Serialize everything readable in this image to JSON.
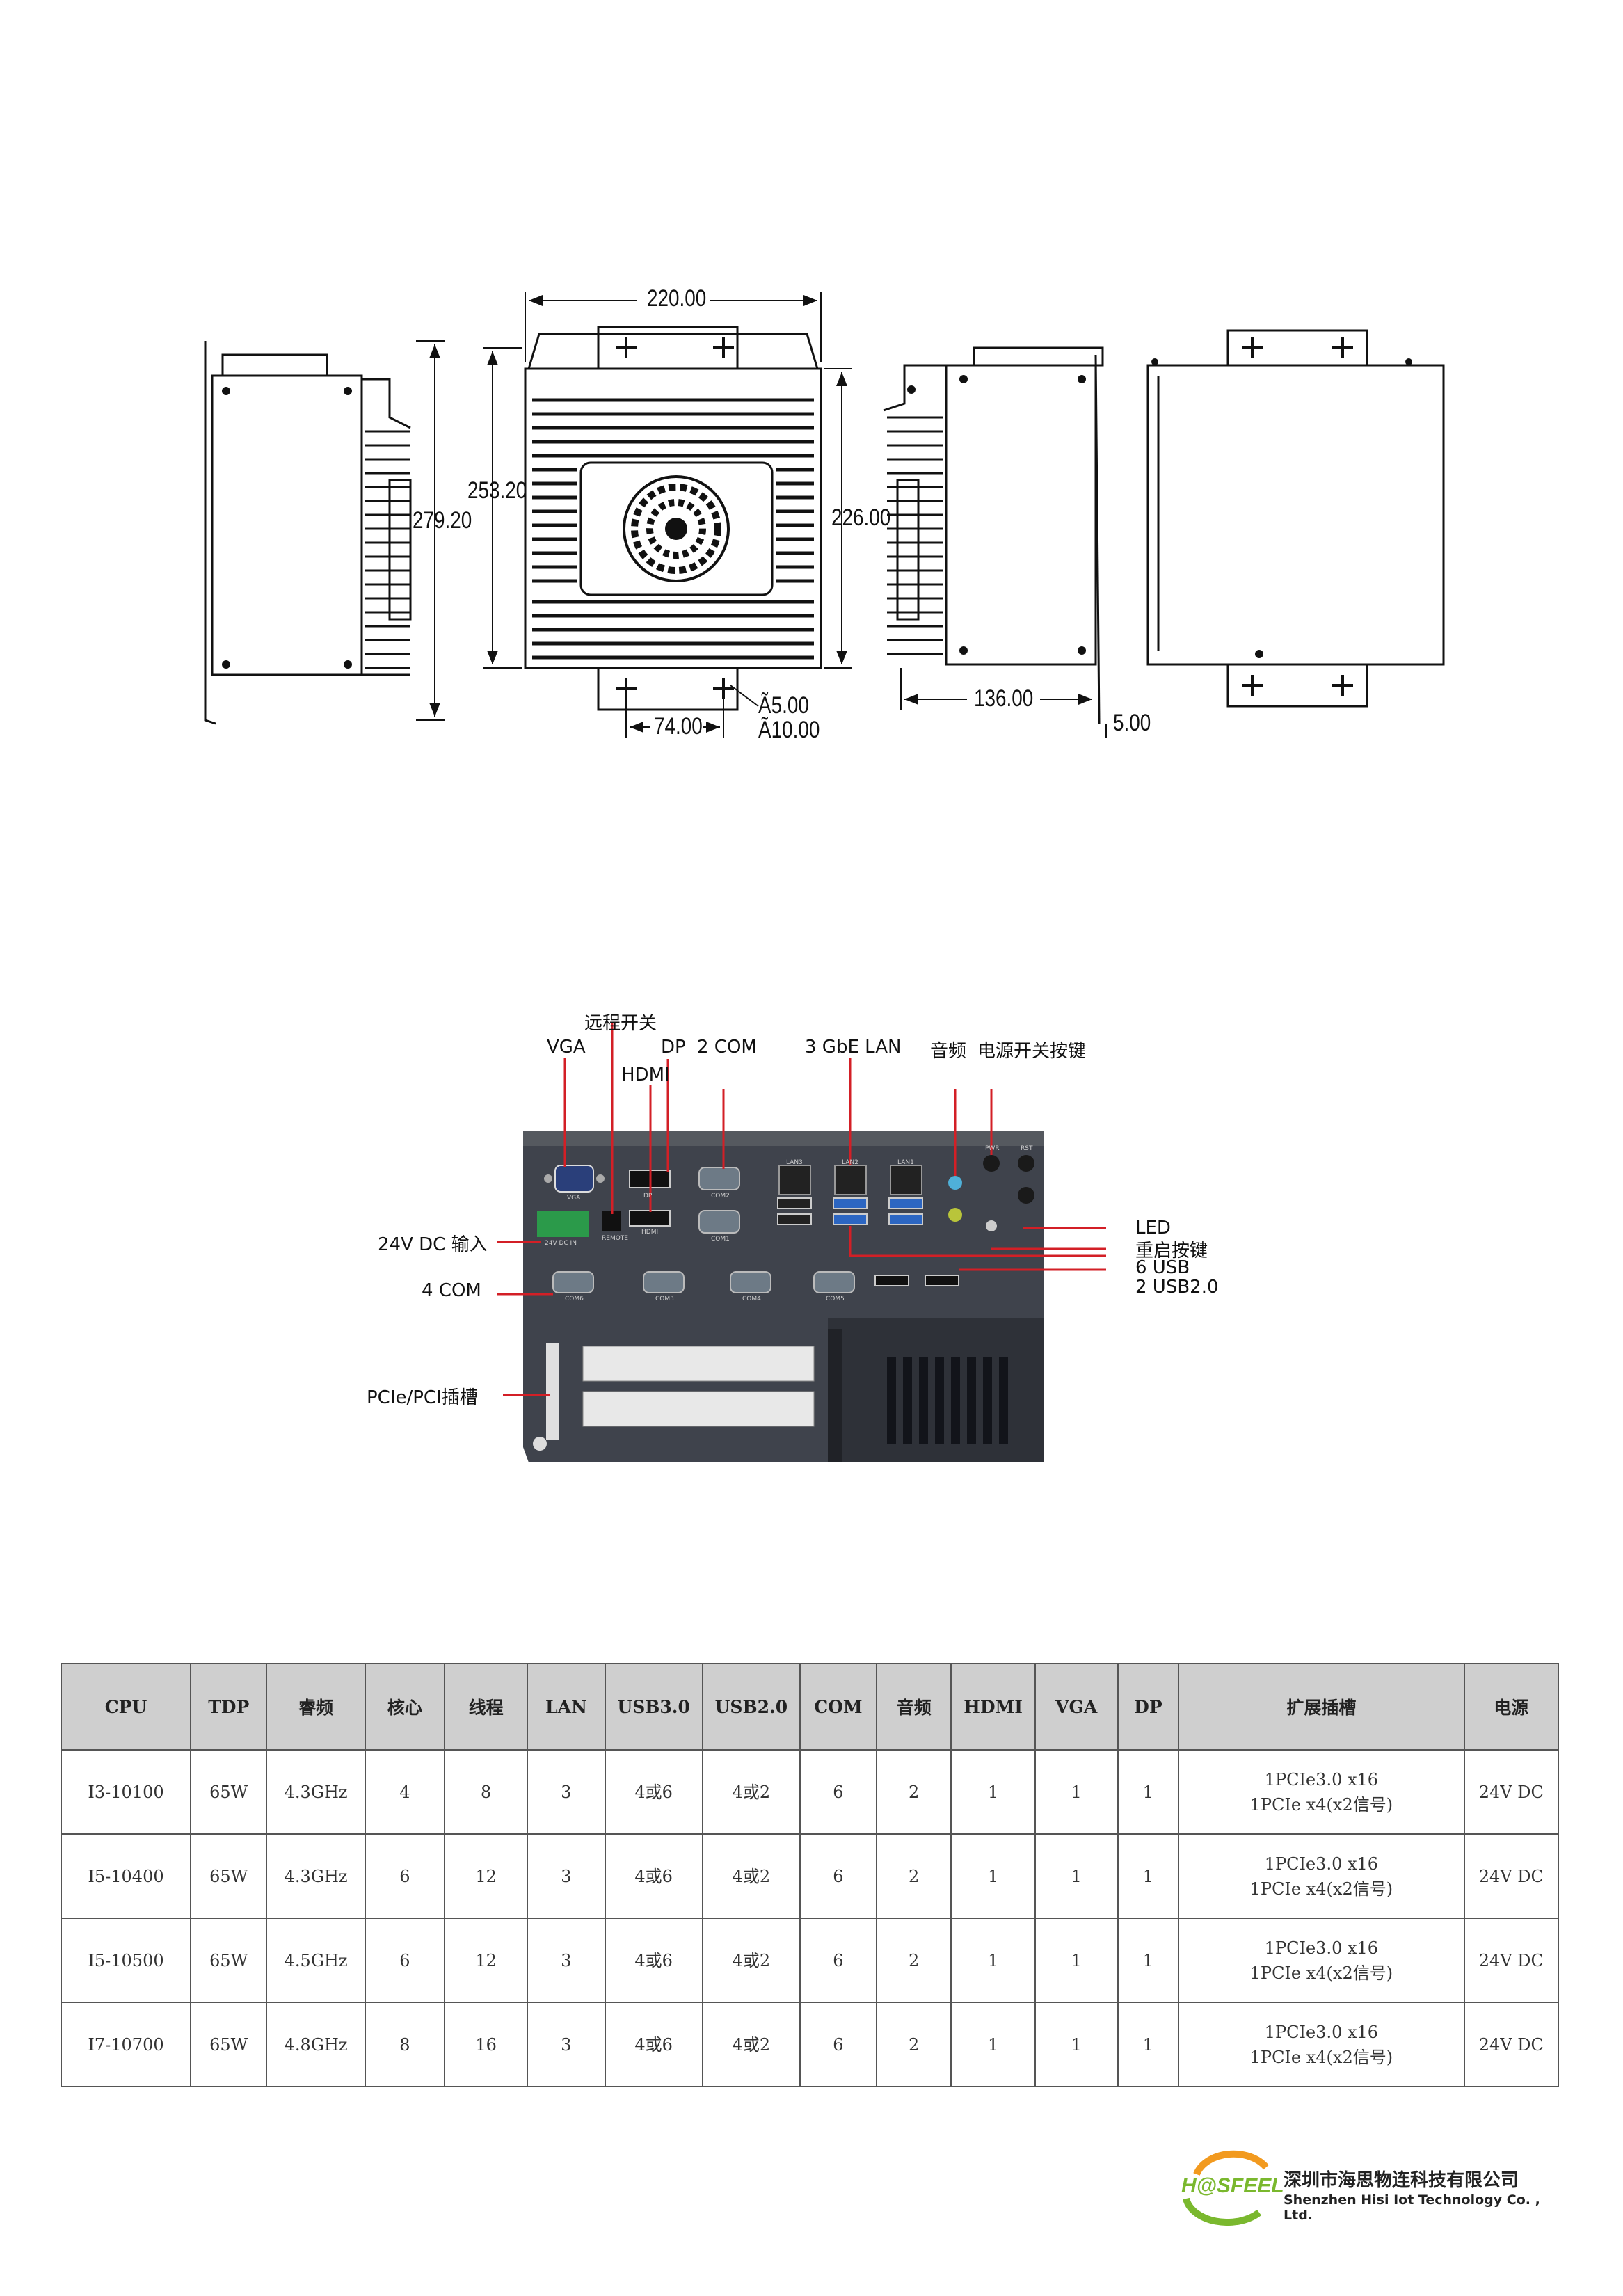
{
  "dimensions": {
    "width_top": "220.00",
    "height_253": "253.20",
    "height_279": "279.20",
    "height_226": "226.00",
    "depth_136": "136.00",
    "flange_5": "5.00",
    "hole_spacing": "74.00",
    "hole_small": "Ã5.00",
    "hole_large": "Ã10.00"
  },
  "io_labels": {
    "remote_switch": "远程开关",
    "vga": "VGA",
    "dp": "DP",
    "com2": "2 COM",
    "lan": "3 GbE LAN",
    "audio": "音频",
    "power_button": "电源开关按键",
    "hdmi": "HDMI",
    "dc_in": "24V DC 输入",
    "com4": "4 COM",
    "pcie": "PCIe/PCI插槽",
    "led": "LED",
    "reset": "重启按键",
    "usb6": "6 USB",
    "usb2": "2 USB2.0"
  },
  "panel_marks": {
    "lan3": "LAN3",
    "lan2": "LAN2",
    "lan1": "LAN1",
    "vga": "VGA",
    "com2": "COM2",
    "com1": "COM1",
    "com6": "COM6",
    "com3": "COM3",
    "com4": "COM4",
    "com5": "COM5",
    "hdmi": "HDMI",
    "dp": "DP",
    "remote": "REMOTE",
    "dc": "24V DC IN",
    "pwr": "PWR",
    "rst": "RST"
  },
  "table": {
    "headers": [
      "CPU",
      "TDP",
      "睿频",
      "核心",
      "线程",
      "LAN",
      "USB3.0",
      "USB2.0",
      "COM",
      "音频",
      "HDMI",
      "VGA",
      "DP",
      "扩展插槽",
      "电源"
    ],
    "rows": [
      {
        "cpu": "I3-10100",
        "tdp": "65W",
        "turbo": "4.3GHz",
        "cores": "4",
        "threads": "8",
        "lan": "3",
        "usb3": "4或6",
        "usb2": "4或2",
        "com": "6",
        "audio": "2",
        "hdmi": "1",
        "vga": "1",
        "dp": "1",
        "slot1": "1PCIe3.0 x16",
        "slot2": "1PCIe x4(x2信号)",
        "power": "24V DC"
      },
      {
        "cpu": "I5-10400",
        "tdp": "65W",
        "turbo": "4.3GHz",
        "cores": "6",
        "threads": "12",
        "lan": "3",
        "usb3": "4或6",
        "usb2": "4或2",
        "com": "6",
        "audio": "2",
        "hdmi": "1",
        "vga": "1",
        "dp": "1",
        "slot1": "1PCIe3.0 x16",
        "slot2": "1PCIe x4(x2信号)",
        "power": "24V DC"
      },
      {
        "cpu": "I5-10500",
        "tdp": "65W",
        "turbo": "4.5GHz",
        "cores": "6",
        "threads": "12",
        "lan": "3",
        "usb3": "4或6",
        "usb2": "4或2",
        "com": "6",
        "audio": "2",
        "hdmi": "1",
        "vga": "1",
        "dp": "1",
        "slot1": "1PCIe3.0 x16",
        "slot2": "1PCIe x4(x2信号)",
        "power": "24V DC"
      },
      {
        "cpu": "I7-10700",
        "tdp": "65W",
        "turbo": "4.8GHz",
        "cores": "8",
        "threads": "16",
        "lan": "3",
        "usb3": "4或6",
        "usb2": "4或2",
        "com": "6",
        "audio": "2",
        "hdmi": "1",
        "vga": "1",
        "dp": "1",
        "slot1": "1PCIe3.0 x16",
        "slot2": "1PCIe x4(x2信号)",
        "power": "24V DC"
      }
    ]
  },
  "company": {
    "logo_text": "H@SFEEL",
    "name_cn": "深圳市海思物连科技有限公司",
    "name_en": "Shenzhen Hisi Iot Technology Co. , Ltd."
  },
  "colors": {
    "callout_red": "#d31f26",
    "chassis": "#3f434c",
    "logo_green": "#7ab82e",
    "logo_orange": "#f29a1f"
  }
}
